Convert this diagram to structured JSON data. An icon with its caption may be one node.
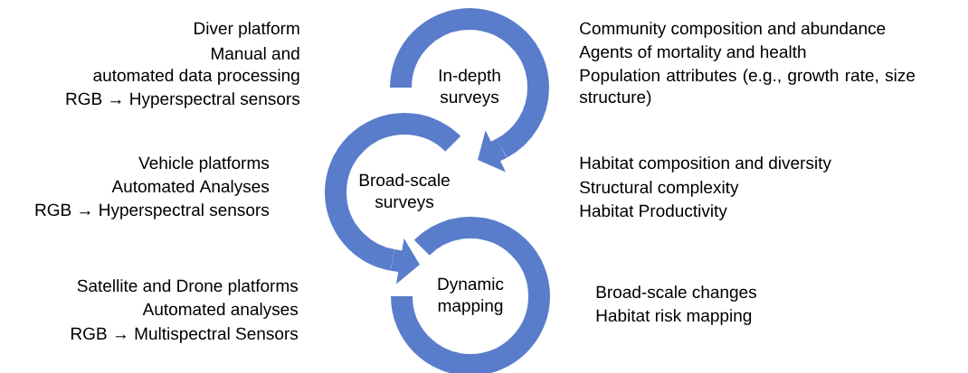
{
  "diagram": {
    "nodes": [
      {
        "text": [
          "In-depth surveys"
        ],
        "beside": [
          "Diver platform",
          "Manual and",
          "automated data processing",
          "RGB → Hyperspectral sensors",
          "Community composition and abundance",
          "Agents of mortality and health",
          "Population attributes (e.g., growth rate, size structure)"
        ]
      },
      {
        "text": [
          "Broad-scale surveys"
        ],
        "beside": [
          "Vehicle platforms",
          "Automated Analyses",
          "RGB → Hyperspectral sensors",
          "Habitat composition and diversity",
          "Structural complexity",
          "Habitat Productivity"
        ]
      },
      {
        "text": [
          "Dynamic mapping"
        ],
        "beside": [
          "Satellite and Drone platforms",
          "Automated analyses",
          "RGB → Multispectral Sensors",
          "Broad-scale changes",
          "Habitat risk mapping"
        ]
      }
    ],
    "edges": [
      {
        "from": 0,
        "to": 1,
        "arrow": "to"
      },
      {
        "from": 1,
        "to": 2,
        "arrow": "to"
      }
    ]
  }
}
